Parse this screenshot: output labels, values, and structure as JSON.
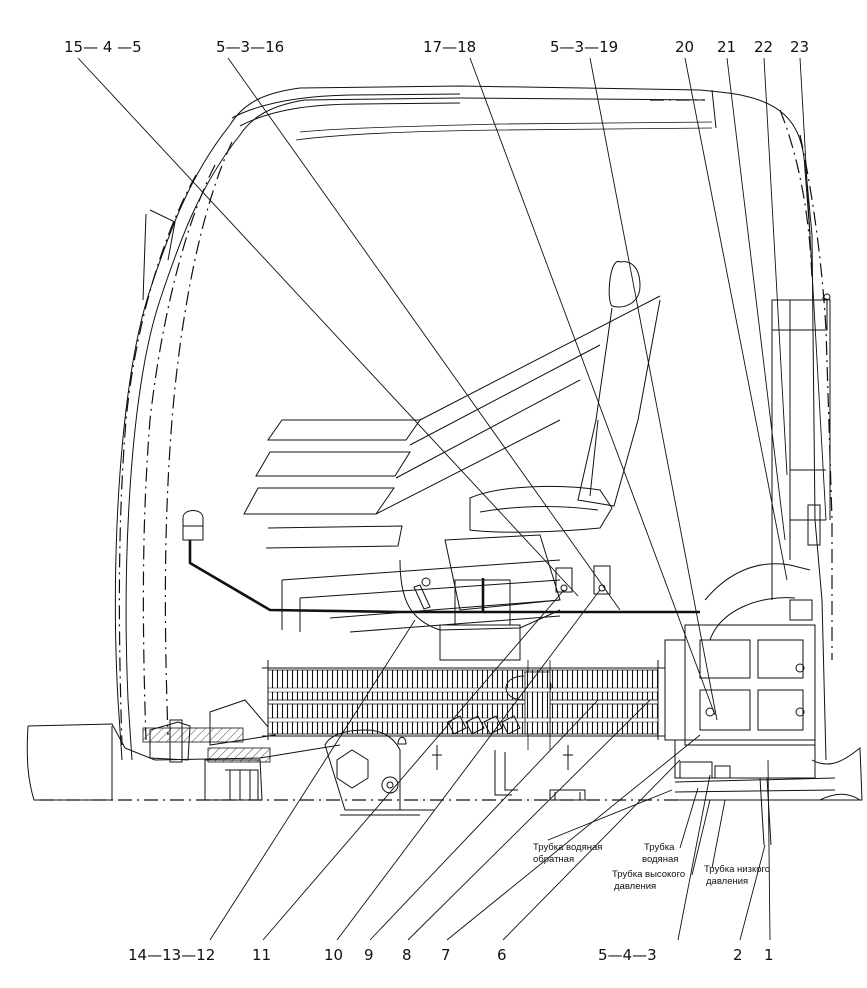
{
  "callouts_top": [
    {
      "id": "c-15-4-5",
      "text": "15— 4 —5"
    },
    {
      "id": "c-5-3-16",
      "text": "5—3—16"
    },
    {
      "id": "c-17-18",
      "text": "17—18"
    },
    {
      "id": "c-5-3-19",
      "text": "5—3—19"
    },
    {
      "id": "c-20",
      "text": "20"
    },
    {
      "id": "c-21",
      "text": "21"
    },
    {
      "id": "c-22",
      "text": "22"
    },
    {
      "id": "c-23",
      "text": "23"
    }
  ],
  "callouts_bottom": [
    {
      "id": "c-14-13-12",
      "text": "14—13—12"
    },
    {
      "id": "c-11",
      "text": "11"
    },
    {
      "id": "c-10",
      "text": "10"
    },
    {
      "id": "c-9",
      "text": "9"
    },
    {
      "id": "c-8",
      "text": "8"
    },
    {
      "id": "c-7",
      "text": "7"
    },
    {
      "id": "c-6",
      "text": "6"
    },
    {
      "id": "c-5-4-3",
      "text": "5—4—3"
    },
    {
      "id": "c-2",
      "text": "2"
    },
    {
      "id": "c-1",
      "text": "1"
    }
  ],
  "pipe_labels": {
    "water_return_line1": "Трубка водяная",
    "water_return_line2": "обратная",
    "water_line1": "Трубка",
    "water_line2": "водяная",
    "high_pressure_line1": "Трубка высокого",
    "high_pressure_line2": "давления",
    "low_pressure_line1": "Трубка низкого",
    "low_pressure_line2": "давления"
  }
}
